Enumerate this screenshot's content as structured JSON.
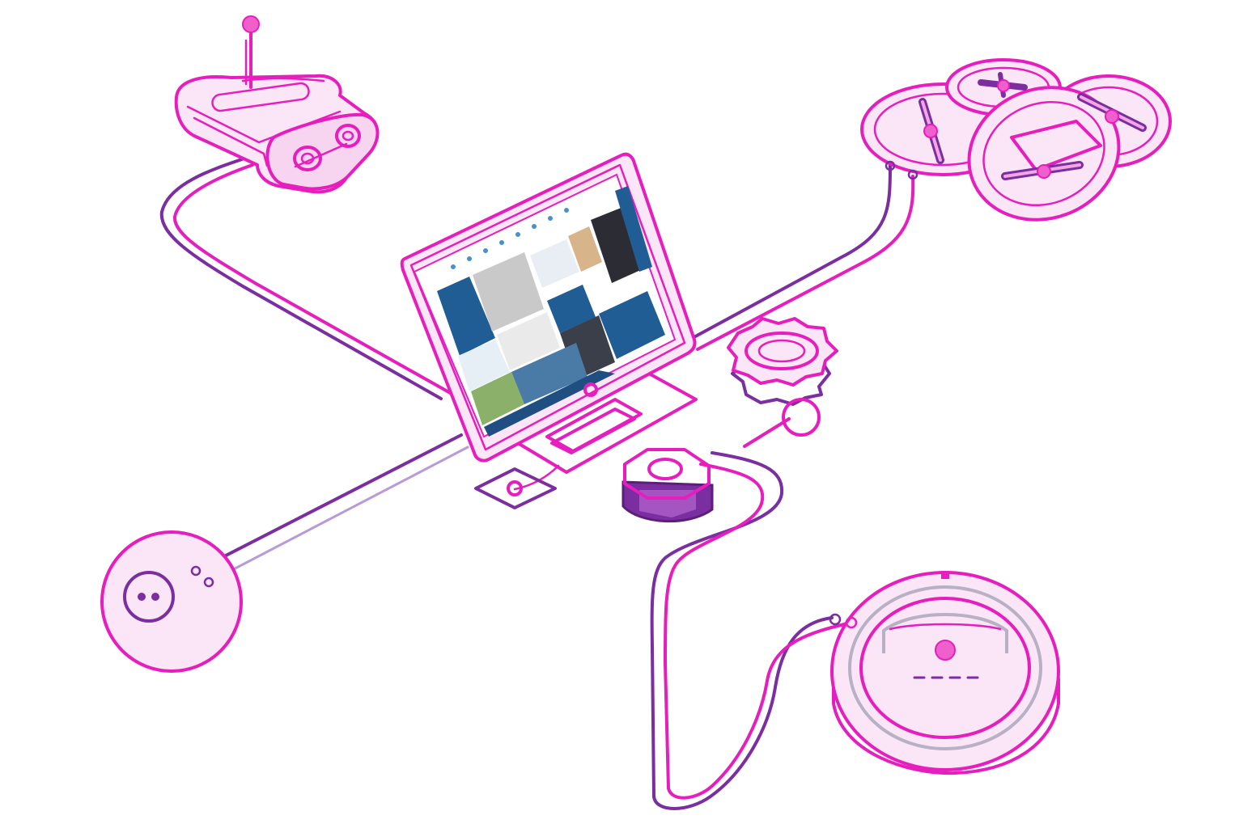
{
  "colors": {
    "accent_pink": "#e61ebe",
    "accent_purple": "#7a2ea0",
    "light_pink": "#fbe6f7",
    "lavender": "#b79ad6",
    "screen_blue": "#1f5d94"
  },
  "devices": [
    {
      "name": "tank-robot",
      "icon": "tank-robot-icon"
    },
    {
      "name": "quadcopter-drone",
      "icon": "drone-icon"
    },
    {
      "name": "sphere-robot",
      "icon": "sphere-robot-icon"
    },
    {
      "name": "robot-vacuum",
      "icon": "robot-vacuum-icon"
    },
    {
      "name": "computer-monitor",
      "icon": "monitor-icon"
    },
    {
      "name": "gear",
      "icon": "gear-icon"
    },
    {
      "name": "hex-nut-hub",
      "icon": "hex-nut-icon"
    }
  ]
}
